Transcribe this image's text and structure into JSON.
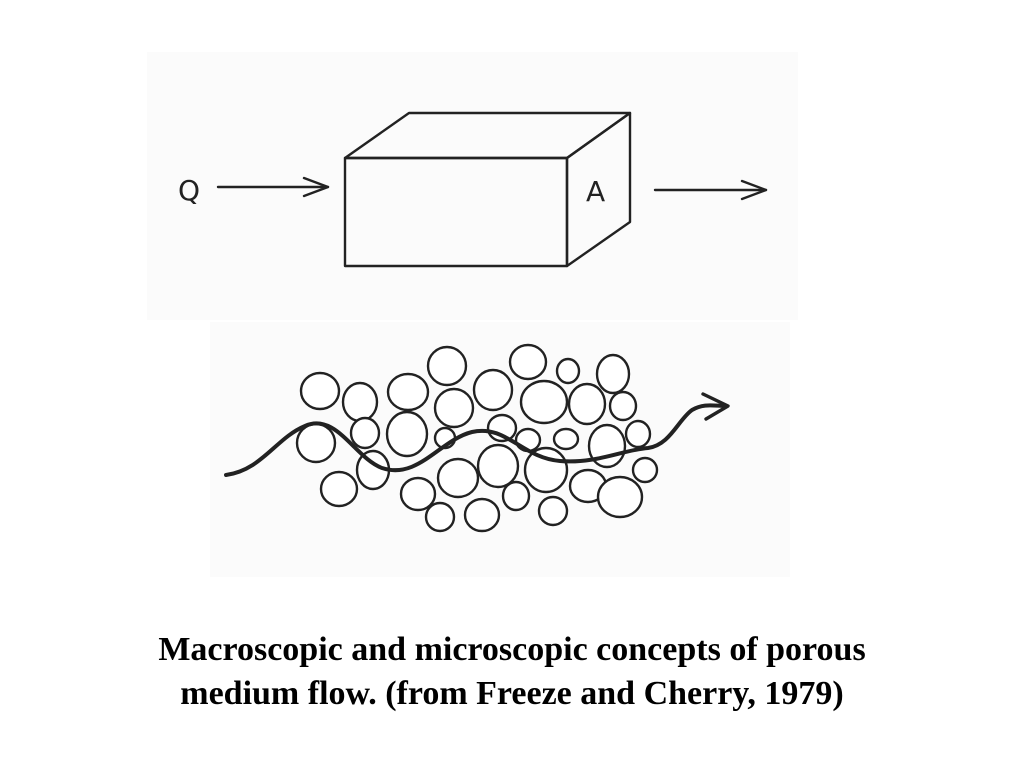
{
  "diagram": {
    "macro": {
      "inflow_label": "Q",
      "area_label": "A"
    }
  },
  "caption": {
    "line1": "Macroscopic and microscopic concepts of porous",
    "line2": "medium flow. (from Freeze and Cherry, 1979)"
  },
  "colors": {
    "ink": "#222222",
    "background": "#ffffff"
  }
}
